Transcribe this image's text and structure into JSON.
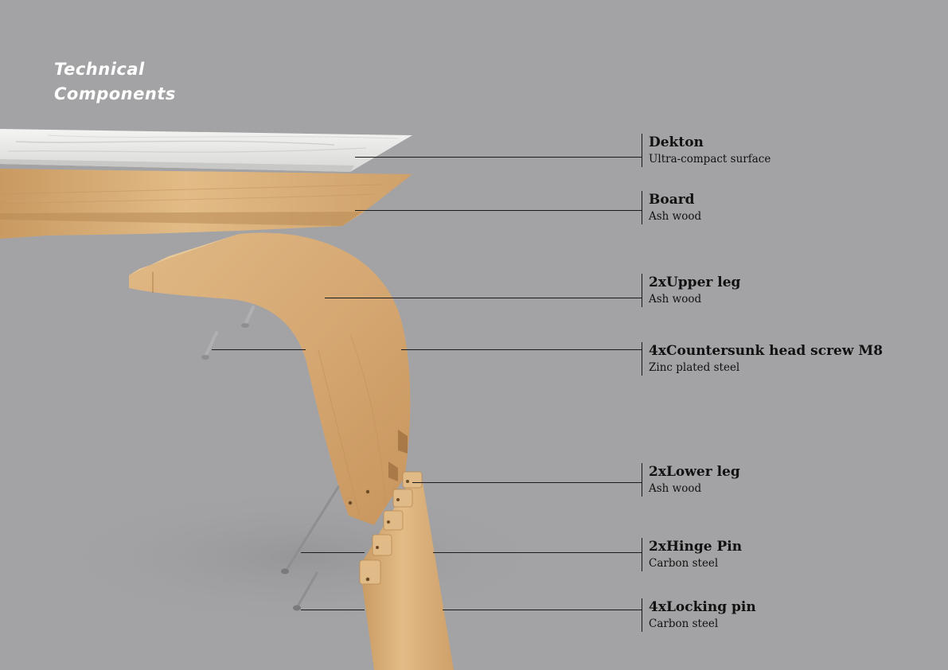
{
  "heading": {
    "line1": "Technical",
    "line2": "Components"
  },
  "components": [
    {
      "name": "Dekton",
      "material": "Ultra-compact surface"
    },
    {
      "name": "Board",
      "material": "Ash wood"
    },
    {
      "name": "2xUpper leg",
      "material": "Ash wood"
    },
    {
      "name": "4xCountersunk head screw M8",
      "material": "Zinc plated steel"
    },
    {
      "name": "2xLower leg",
      "material": "Ash wood"
    },
    {
      "name": "2xHinge Pin",
      "material": "Carbon steel"
    },
    {
      "name": "4xLocking pin",
      "material": "Carbon steel"
    }
  ],
  "colors": {
    "background": "#a3a3a5",
    "ash_wood": "#d9b07a",
    "dekton": "#eeeeec",
    "steel": "#8e8e90",
    "leader_line": "#1a1a1a",
    "heading": "#ffffff"
  }
}
